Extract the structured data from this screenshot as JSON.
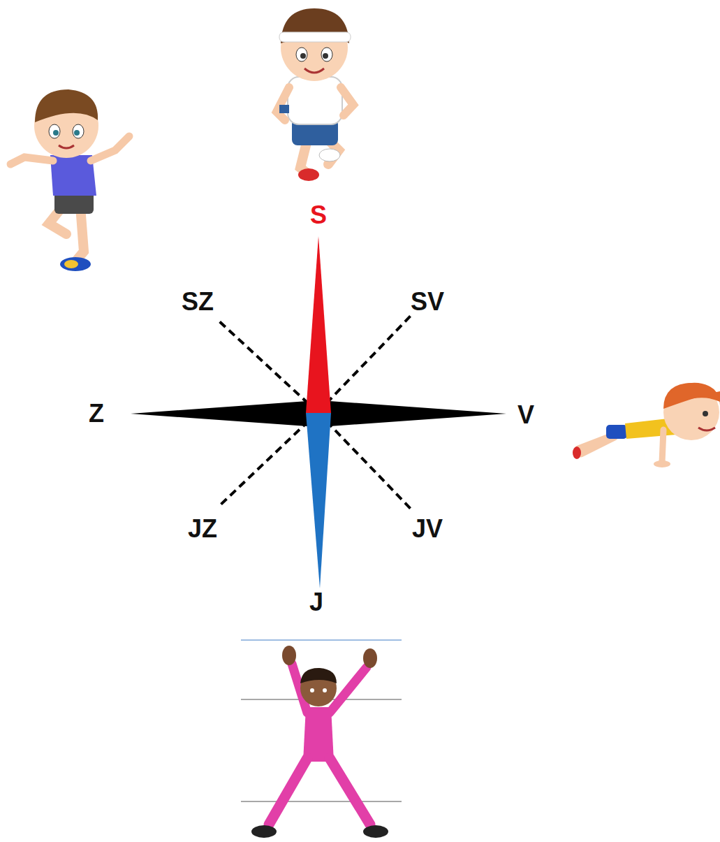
{
  "diagram": {
    "labels": [
      "S",
      "SZ",
      "SV",
      "Z",
      "V",
      "JZ",
      "JV",
      "J"
    ]
  }
}
